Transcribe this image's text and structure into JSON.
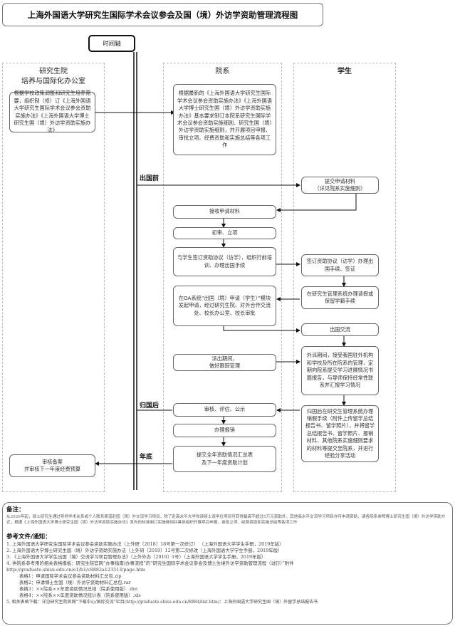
{
  "title": "上海外国语大学研究生国际学术会议参会及国（境）外访学资助管理流程图",
  "timeline": {
    "label": "时间轴",
    "phases": [
      "出国前",
      "归国后",
      "年底"
    ]
  },
  "lanes": {
    "graduate_school": {
      "title_line1": "研究生院",
      "title_line2": "培养与国际化办公室",
      "steps": [
        "根据学校政策调整和研究生培养需要，组织制（修）订《上海外国语大学研究生国际学术会议参会资助实施办法》《上海外国语大学博士研究生国（境）外访学资助实施办法》",
        "审核备案\n并审核下一年度经费预算"
      ]
    },
    "department": {
      "title": "院系",
      "steps": [
        "根据最新的《上海外国语大学研究生国际学术会议参会资助实施办法》《上海外国语大学博士研究生国（境）外访学资助实施办法》基本要求制订本院系研究生国际学术会议参会资助实施细则、研究生国（境）外访学资助实施细则，并开展项目申报、审批立项、经费资助和实施总结等各项工作",
        "接收申请材料",
        "初审、立项",
        "与学生签订资助协议（访学），组织行前培训、办理出国手续",
        "在OA系统“出国（境）申请（学生）”模块发起申请，经过研究生院、对外合作交流处、校长办公室、校长审批",
        "派出期间，\n做好跟踪管理",
        "审核、评估、公示",
        "办理报销",
        "提交全年资助情况汇总表\n及下一年度资助计划"
      ]
    },
    "student": {
      "title": "学生",
      "steps": [
        "提交申请材料\n（详见院系实施细则）",
        "签订资助协议（访学）办理出国手续、签证",
        "在研究生管理系统办理请假或保留学籍手续",
        "出国交流",
        "外派期间，接受我国驻外机构和学校及所在院系的管理，定期向院系提交学习进展情况书面报告，与导师保持经常性联系并汇报学习情况",
        "归国后在研究生管理系统办理销假手续（附件上传留学总结报告书、留学照片），并将留学总结报告书、留学照片、报销材料、其他院系实施细则要求的材料等提交至院系，并进行经验分享活动"
      ]
    }
  },
  "notes": {
    "remark_title": "备注：",
    "remark_text": "从2020年起，硕士研究生通过导师学术关系或个人联系渠道赴国（境）外交流学习项目，除了赴高水平大学攻读硕士双学位项目可获得最高不超过5万元资助外，其他高水平交流学习项目亦可申请资助，请各院系参照博士研究生国（境）外访学资助方式，根据《上海外国语大学博士研究生国（境）外访学资助实施办法》发布的标准制订实施细则并具体组织开展项目申报、审批立项、经费资助和实施总结等各项工作",
    "refs_title": "参考文件/通知：",
    "refs": [
      "1. 上海外国语大学研究生国际学术会议参会资助实施办法（上外研〔2018〕18号第一次修订）  （上海外国语大学学生手册，2019年版）",
      "2. 上海外国语大学博士研究生国（境）外访学资助实施办法（上外研〔2019〕12号第二次修改（上海外国语大学学生手册，2019年版）",
      "3. 《上海外国语大学学生出国（境）交流学习项目管理办法》（上外外办〔2019〕1号）（上海外国语大学学生手册，2019年版）",
      "4. 供院系参考用的相关表格模板：研究生院官网“办事指南/办事流程”的“研究生国际学术会议参会及博士生境外访学资助管理流程（试行）”附件",
      "http://graduate.shisu.edu.cn/e1/b1/c8882a123313/page.htm"
    ],
    "attachments": [
      "表格1：申请国际学术会议参会资助材料汇总包.zip",
      "表格2：申请博士生国（境）外访学资助材料汇总包.rar",
      "表格3：××院系××年度资助情况总结（院系使用版）.doc",
      "表格4：××院系××年度资助情况统计表（院系使用版）.xls"
    ],
    "download": "5. 相关表格下载：详见研究生院官网“下载中心/国际交流”栏目(http://graduate.shisu.edu.cn/8884/list.htm)：上海外国语大学研究生国（境）外留学总结报告书"
  }
}
